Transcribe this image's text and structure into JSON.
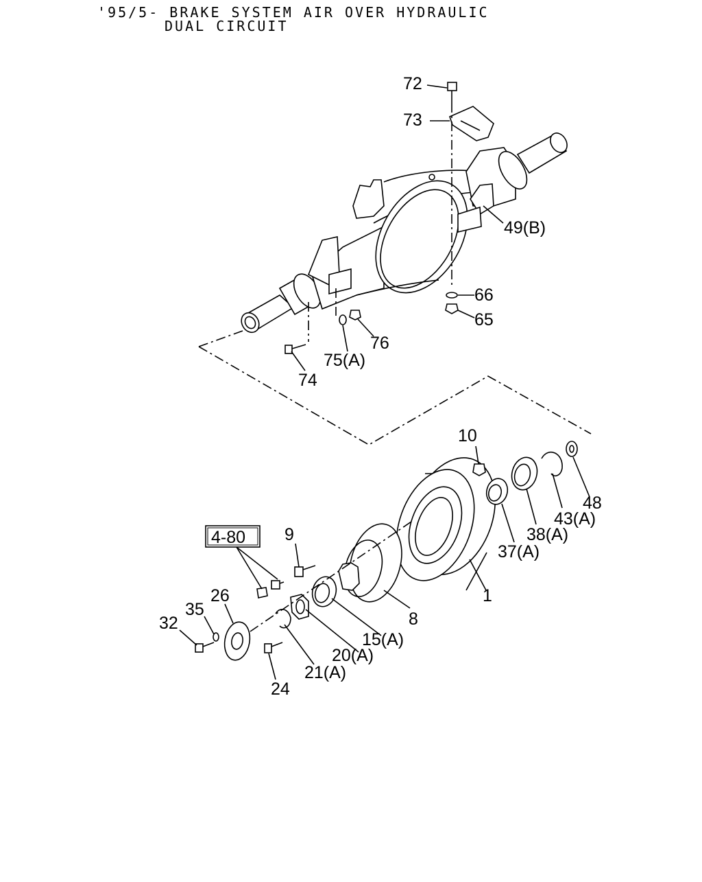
{
  "header": {
    "line1": "'95/5- BRAKE SYSTEM AIR OVER HYDRAULIC",
    "line2": "DUAL CIRCUIT"
  },
  "callouts": {
    "c72": "72",
    "c73": "73",
    "c49b": "49(B)",
    "c66": "66",
    "c65": "65",
    "c76": "76",
    "c75a": "75(A)",
    "c74": "74",
    "c10": "10",
    "c48": "48",
    "c43a": "43(A)",
    "c38a": "38(A)",
    "c37a": "37(A)",
    "c1": "1",
    "c9": "9",
    "c8": "8",
    "c15a": "15(A)",
    "c20a": "20(A)",
    "c21a": "21(A)",
    "c24": "24",
    "c26": "26",
    "c35": "35",
    "c32": "32",
    "ref480": "4-80"
  }
}
